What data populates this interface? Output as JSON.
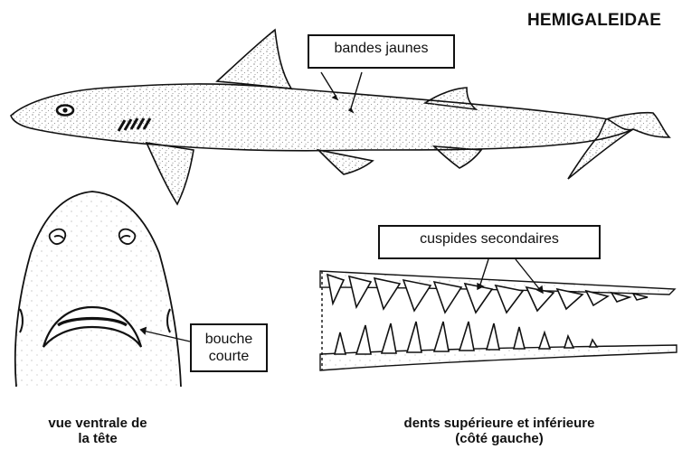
{
  "family_name": "HEMIGALEIDAE",
  "callouts": {
    "yellow_bands": "bandes jaunes",
    "secondary_cusps": "cuspides secondaires",
    "short_mouth_line1": "bouche",
    "short_mouth_line2": "courte"
  },
  "captions": {
    "head_line1": "vue ventrale de",
    "head_line2": "la tête",
    "teeth_line1": "dents supérieure et inférieure",
    "teeth_line2": "(côté gauche)"
  },
  "colors": {
    "ink": "#111111",
    "background": "#ffffff",
    "stipple": "#555555"
  }
}
